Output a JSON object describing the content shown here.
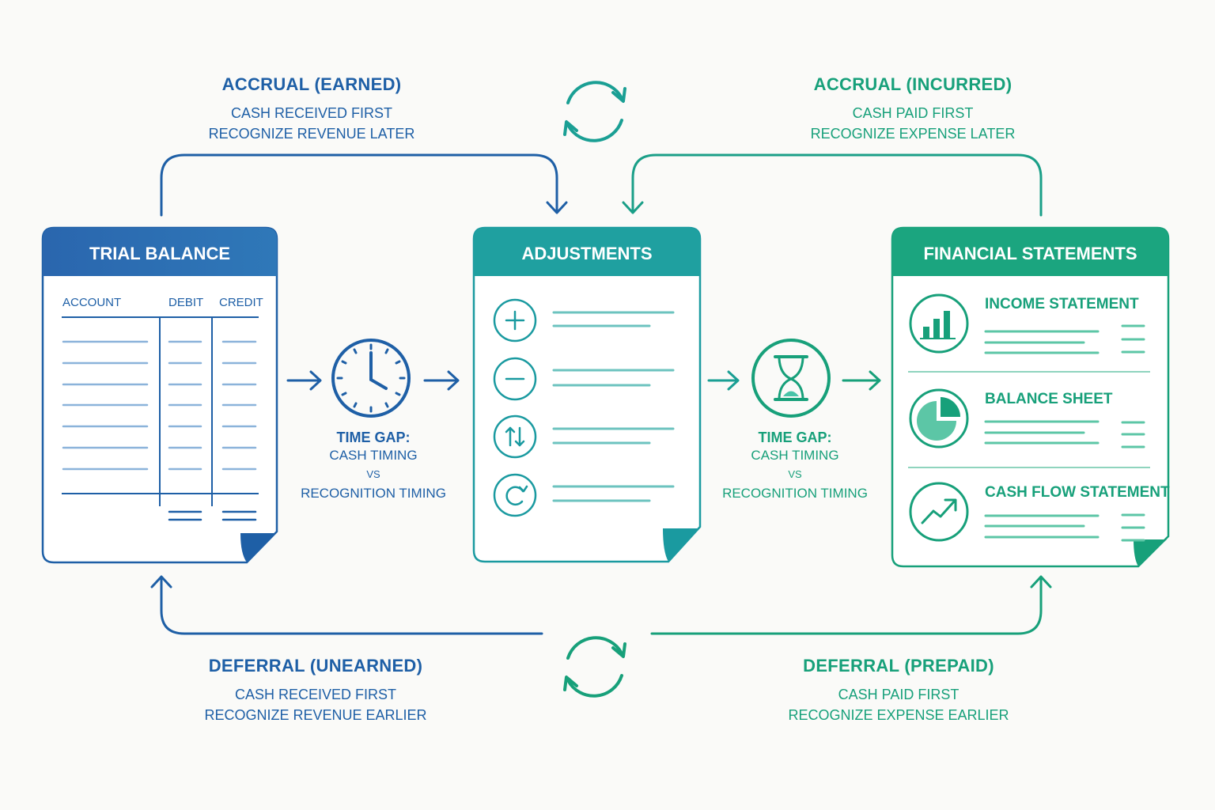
{
  "colors": {
    "blue": "#1e5fa6",
    "teal": "#1a9aa0",
    "green": "#17a07a",
    "background": "#fafaf8"
  },
  "accrual_earned": {
    "title": "ACCRUAL (EARNED)",
    "line1": "CASH RECEIVED FIRST",
    "line2": "RECOGNIZE REVENUE LATER"
  },
  "accrual_incurred": {
    "title": "ACCRUAL (INCURRED)",
    "line1": "CASH PAID FIRST",
    "line2": "RECOGNIZE EXPENSE LATER"
  },
  "deferral_unearned": {
    "title": "DEFERRAL (UNEARNED)",
    "line1": "CASH RECEIVED FIRST",
    "line2": "RECOGNIZE REVENUE EARLIER"
  },
  "deferral_prepaid": {
    "title": "DEFERRAL (PREPAID)",
    "line1": "CASH PAID FIRST",
    "line2": "RECOGNIZE EXPENSE EARLIER"
  },
  "trial_balance": {
    "title": "TRIAL BALANCE",
    "columns": [
      "ACCOUNT",
      "DEBIT",
      "CREDIT"
    ]
  },
  "adjustments": {
    "title": "ADJUSTMENTS",
    "icons": [
      "plus-icon",
      "minus-icon",
      "swap-arrows-icon",
      "refresh-icon"
    ]
  },
  "financial_statements": {
    "title": "FINANCIAL STATEMENTS",
    "items": [
      {
        "label": "INCOME STATEMENT",
        "icon": "bar-chart-icon"
      },
      {
        "label": "BALANCE SHEET",
        "icon": "pie-chart-icon"
      },
      {
        "label": "CASH FLOW STATEMENT",
        "icon": "trend-up-icon"
      }
    ]
  },
  "time_gap_left": {
    "title": "TIME GAP:",
    "line1": "CASH TIMING",
    "vs": "VS",
    "line2": "RECOGNITION TIMING",
    "icon": "clock-icon"
  },
  "time_gap_right": {
    "title": "TIME GAP:",
    "line1": "CASH TIMING",
    "vs": "VS",
    "line2": "RECOGNITION TIMING",
    "icon": "hourglass-icon"
  }
}
